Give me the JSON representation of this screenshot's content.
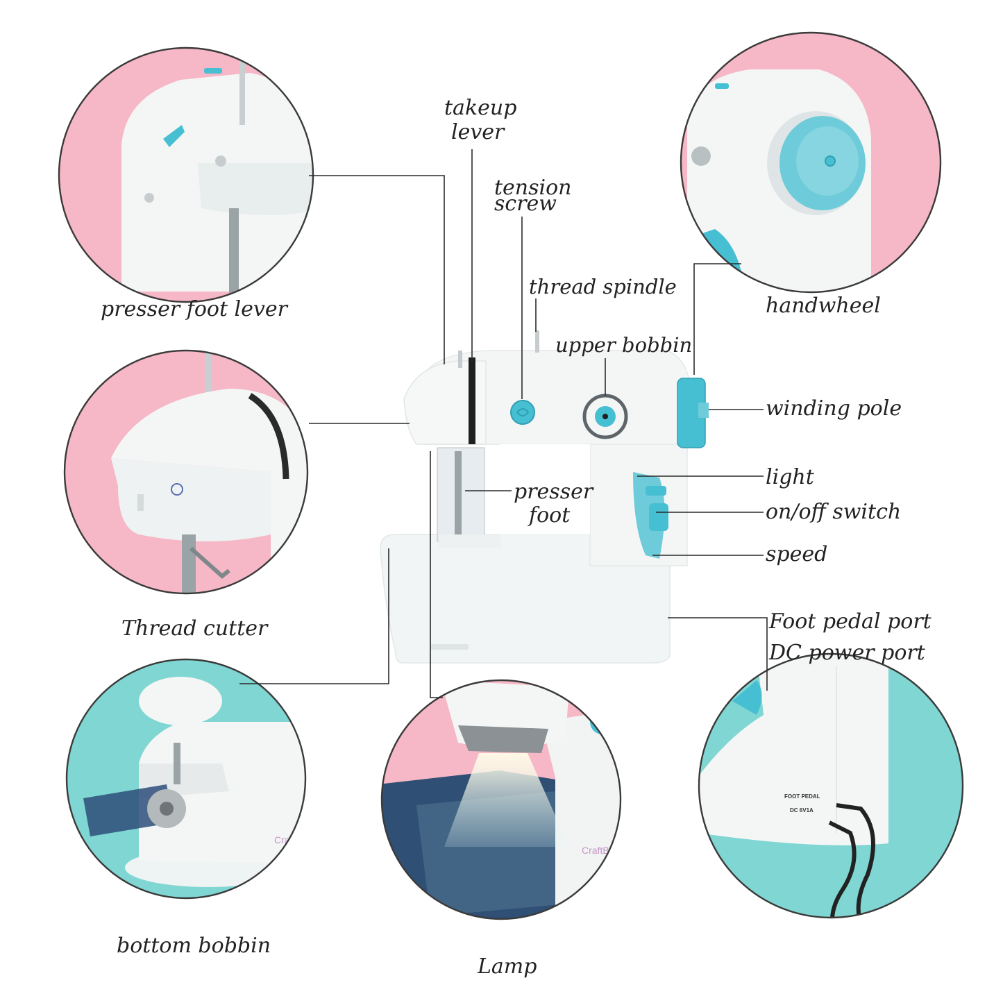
{
  "colors": {
    "pink": "#f6b7c6",
    "teal": "#7fd6d2",
    "machine_white": "#f4f6f6",
    "accent_blue": "#46bfd3",
    "line": "#2a2a2a"
  },
  "callouts": {
    "presser_foot_lever": "presser foot lever",
    "thread_cutter": "Thread cutter",
    "bottom_bobbin": "bottom bobbin",
    "lamp": "Lamp",
    "handwheel": "handwheel",
    "takeup_line1": "takeup",
    "takeup_line2": "lever",
    "tension_line1": "tension",
    "tension_line2": "screw",
    "thread_spindle": "thread spindle",
    "upper_bobbin": "upper bobbin",
    "winding_pole": "winding pole",
    "presser_foot_line1": "presser",
    "presser_foot_line2": "foot",
    "light": "light",
    "onoff_switch": "on/off switch",
    "speed": "speed",
    "port_line1": "Foot pedal port",
    "port_line2": "DC power port"
  },
  "product_text": {
    "brand": "CraftBud",
    "foot_pedal": "FOOT PEDAL",
    "dc": "DC 6V1A"
  }
}
